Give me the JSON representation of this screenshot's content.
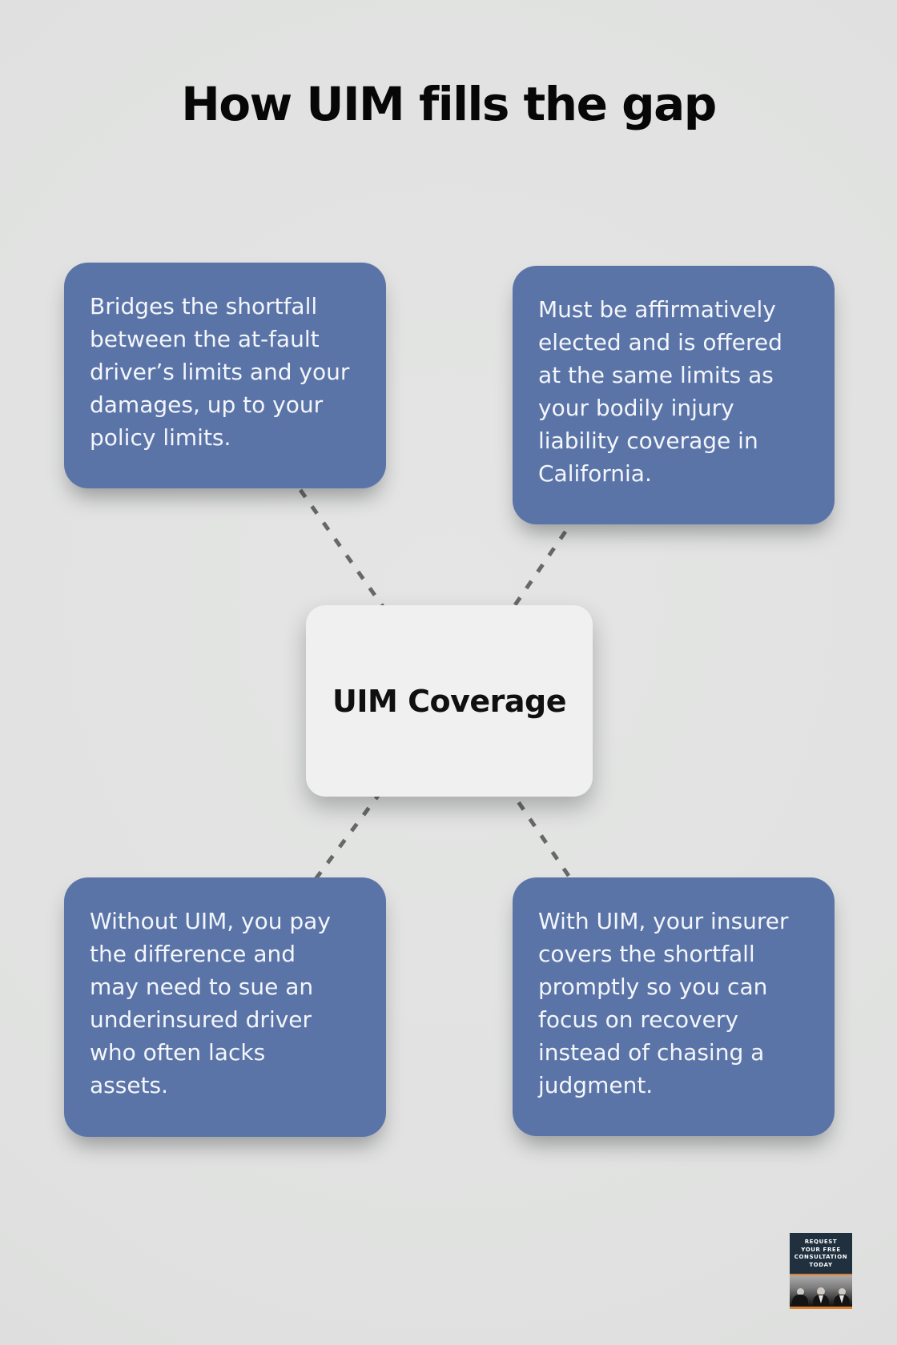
{
  "title": "How UIM fills the gap",
  "center": {
    "label": "UIM Coverage"
  },
  "nodes": [
    {
      "id": "top-left",
      "text": "Bridges the shortfall\nbetween the at-fault\ndriver’s limits and your\ndamages, up to your\npolicy limits."
    },
    {
      "id": "top-right",
      "text": "Must be affirmatively\nelected and is offered\nat the same limits as\nyour bodily injury\nliability coverage in\nCalifornia."
    },
    {
      "id": "bottom-left",
      "text": "Without UIM, you pay\nthe difference and\nmay need to sue an\nunderinsured driver\nwho often lacks\nassets."
    },
    {
      "id": "bottom-right",
      "text": "With UIM, your insurer\ncovers the shortfall\npromptly so you can\nfocus on recovery\ninstead of chasing a\njudgment."
    }
  ],
  "badge": {
    "lines": [
      "REQUEST",
      "YOUR FREE",
      "CONSULTATION",
      "TODAY"
    ]
  },
  "colors": {
    "box_blue": "#5b74a8",
    "card_bg": "#f0f0f1",
    "dash": "#686868",
    "badge_navy": "#20303f",
    "badge_orange": "#dd8130"
  }
}
